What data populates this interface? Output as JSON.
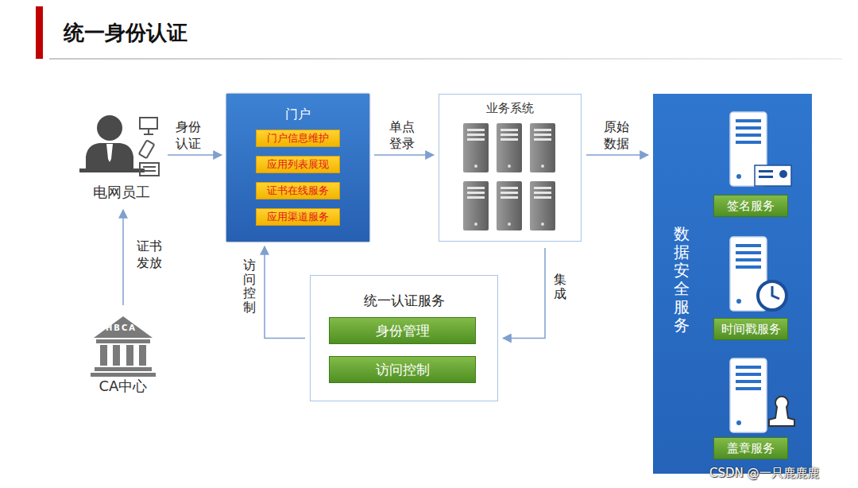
{
  "diagram": {
    "title": "统一身份认证",
    "nodes": [
      {
        "text": [
          "电网员工"
        ]
      },
      {
        "text": [
          "门户"
        ]
      },
      {
        "text": [
          "门户信息维护"
        ],
        "in": 1
      },
      {
        "text": [
          "应用列表展现"
        ],
        "in": 1
      },
      {
        "text": [
          "证书在线服务"
        ],
        "in": 1
      },
      {
        "text": [
          "应用渠道服务"
        ],
        "in": 1
      },
      {
        "text": [
          "业务系统"
        ]
      },
      {
        "text": [
          "数据安全服务"
        ]
      },
      {
        "text": [
          "签名服务"
        ],
        "in": 7
      },
      {
        "text": [
          "时间戳服务"
        ],
        "in": 7
      },
      {
        "text": [
          "盖章服务"
        ],
        "in": 7
      },
      {
        "text": [
          "CA中心"
        ]
      },
      {
        "text": [
          "统一认证服务"
        ]
      },
      {
        "text": [
          "身份管理"
        ],
        "in": 12
      },
      {
        "text": [
          "访问控制"
        ],
        "in": 12
      }
    ],
    "edges": [
      {
        "from": 0,
        "to": 1,
        "label": "身份认证",
        "arrow": "to"
      },
      {
        "from": 1,
        "to": 6,
        "label": "单点登录",
        "arrow": "to"
      },
      {
        "from": 6,
        "to": 7,
        "label": "原始数据",
        "arrow": "to"
      },
      {
        "from": 6,
        "to": 12,
        "label": "集成",
        "arrow": "to"
      },
      {
        "from": 12,
        "to": 1,
        "label": "访问控制",
        "arrow": "to"
      },
      {
        "from": 11,
        "to": 0,
        "label": "证书发放",
        "arrow": "to"
      }
    ],
    "labels": [
      "HBCA",
      "CSDN @一只鹿鹿鹿"
    ]
  }
}
